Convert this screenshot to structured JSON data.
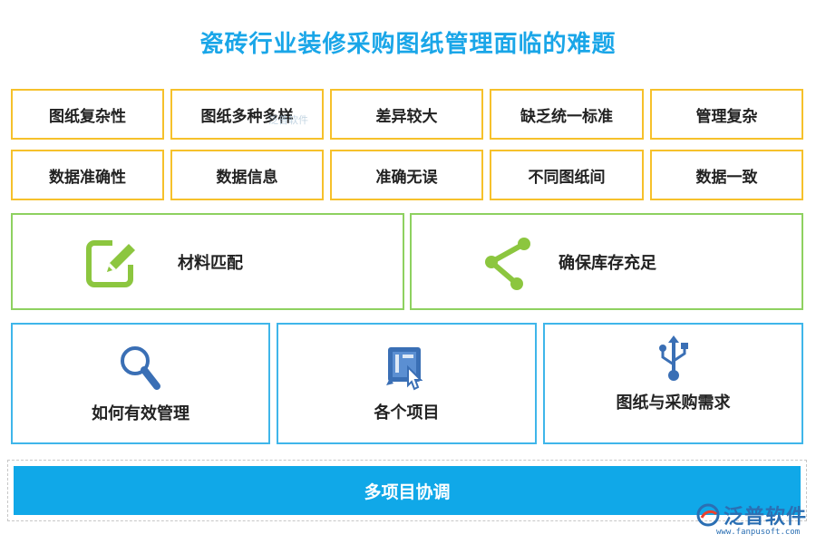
{
  "title": "瓷砖行业装修采购图纸管理面临的难题",
  "row1": [
    "图纸复杂性",
    "图纸多种多样",
    "差异较大",
    "缺乏统一标准",
    "管理复杂"
  ],
  "row2": [
    "数据准确性",
    "数据信息",
    "准确无误",
    "不同图纸间",
    "数据一致"
  ],
  "green_boxes": [
    {
      "label": "材料匹配",
      "icon": "edit-icon"
    },
    {
      "label": "确保库存充足",
      "icon": "share-icon"
    }
  ],
  "blue_boxes": [
    {
      "label": "如何有效管理",
      "icon": "search-icon"
    },
    {
      "label": "各个项目",
      "icon": "tablet-touch-icon"
    },
    {
      "label": "图纸与采购需求",
      "icon": "usb-icon"
    }
  ],
  "bottom": "多项目协调",
  "watermark": "泛普软件",
  "logo": {
    "name": "泛普软件",
    "url": "www.fanpusoft.com"
  },
  "colors": {
    "title": "#1aa6e8",
    "yellow_border": "#f6c12b",
    "green_border": "#8ed160",
    "green_icon": "#8cc63f",
    "blue_border": "#3fb6ea",
    "blue_icon": "#3a6fb5",
    "bottom_bar": "#10a8e8"
  }
}
